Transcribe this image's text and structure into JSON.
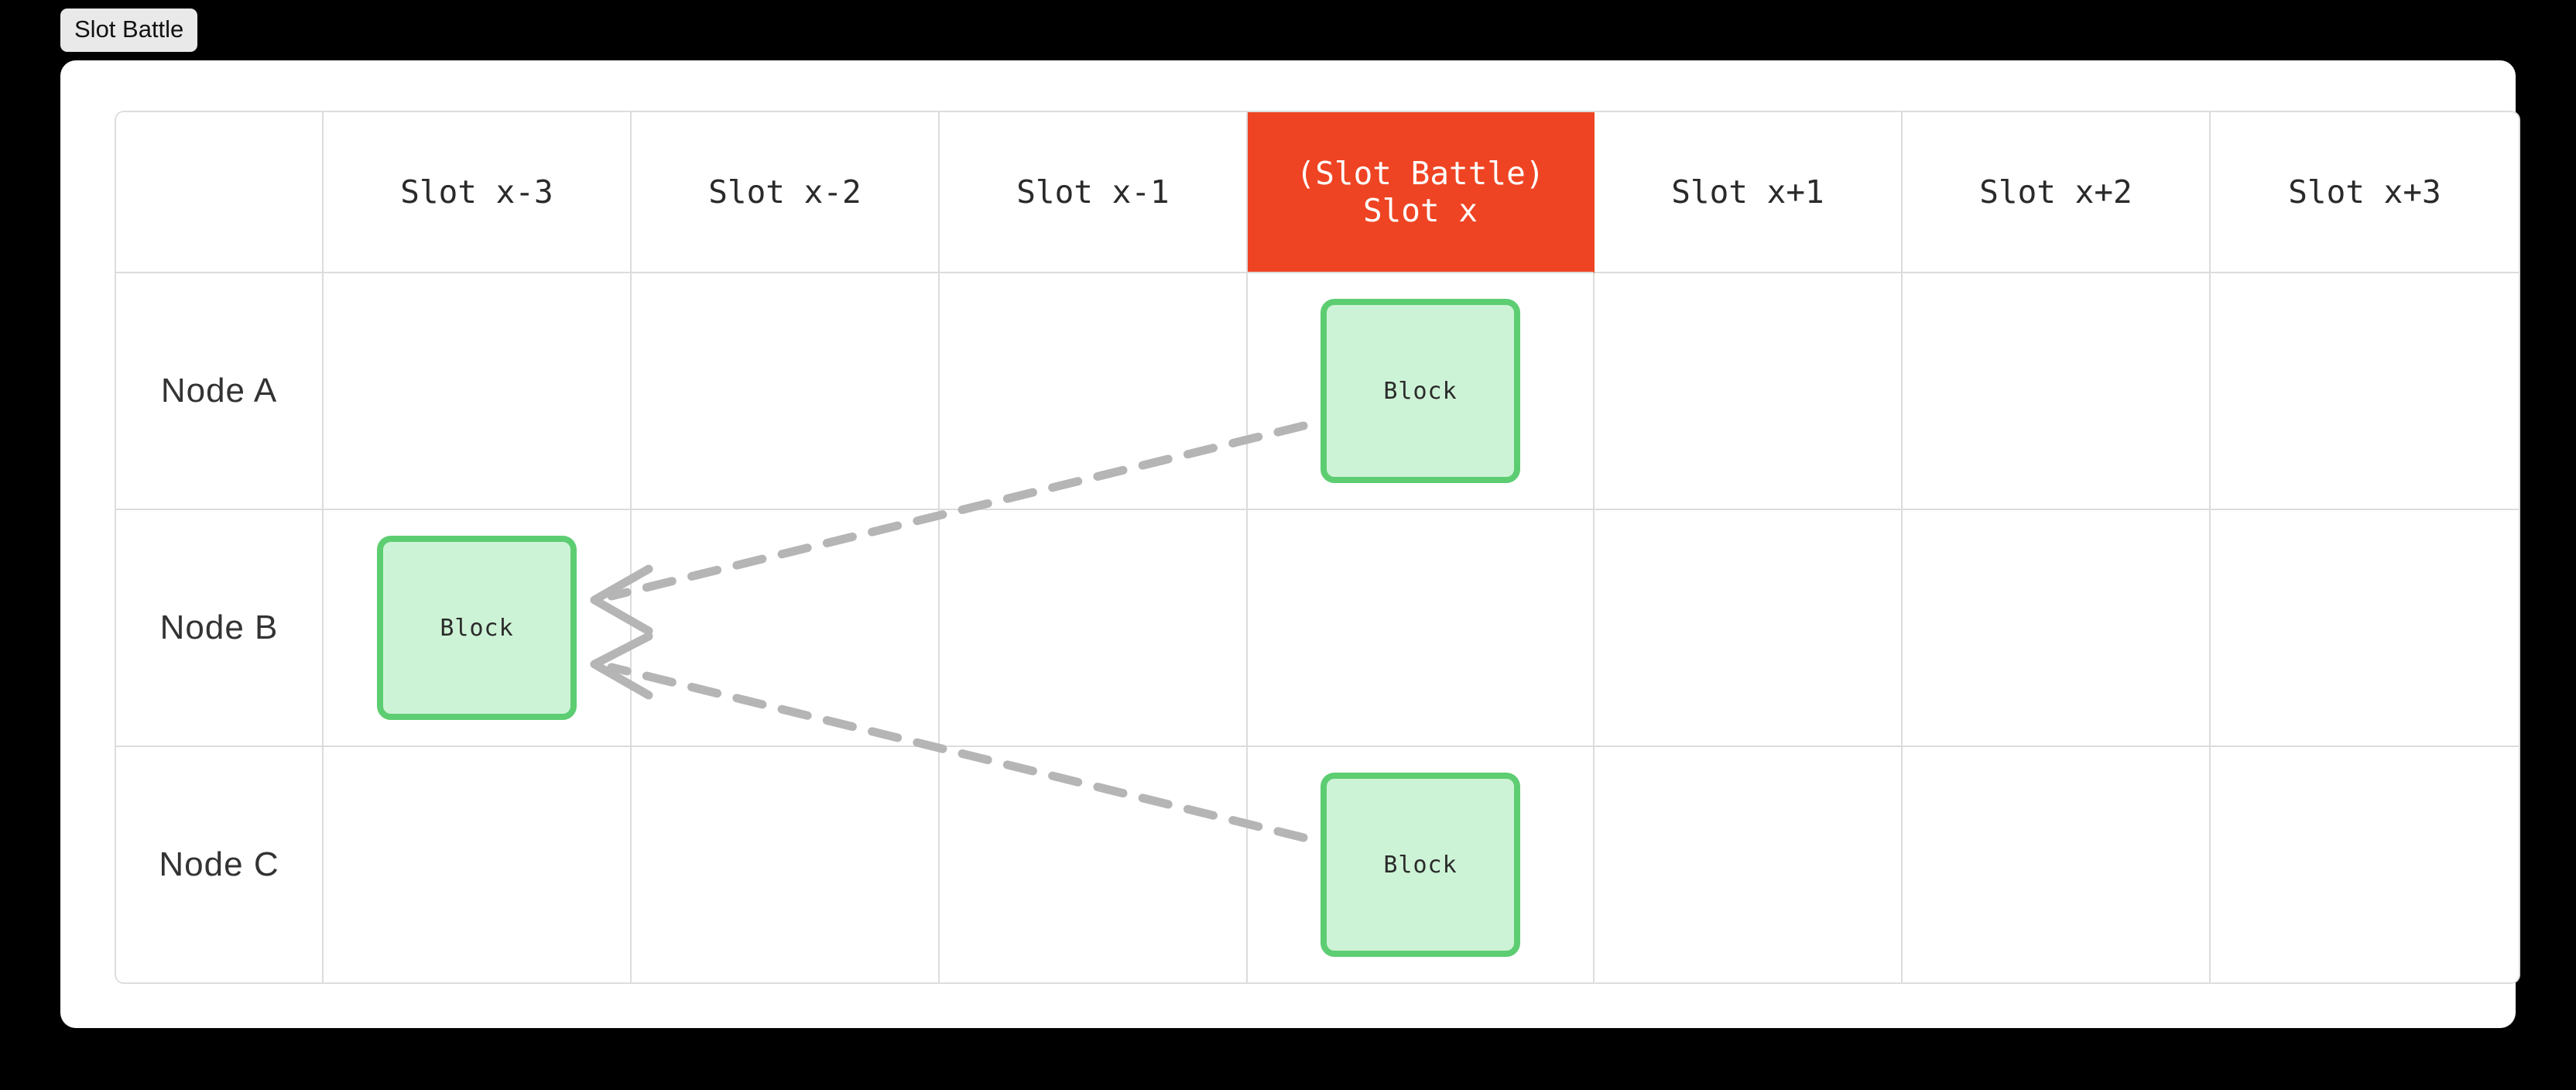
{
  "tag": {
    "label": "Slot Battle"
  },
  "table": {
    "corner_header": "",
    "columns": [
      {
        "label": "Slot x-3",
        "highlighted": false
      },
      {
        "label": "Slot x-2",
        "highlighted": false
      },
      {
        "label": "Slot x-1",
        "highlighted": false
      },
      {
        "label_line1": "(Slot Battle)",
        "label_line2": "Slot x",
        "highlighted": true
      },
      {
        "label": "Slot x+1",
        "highlighted": false
      },
      {
        "label": "Slot x+2",
        "highlighted": false
      },
      {
        "label": "Slot x+3",
        "highlighted": false
      }
    ],
    "rows": [
      {
        "label": "Node A",
        "cells": [
          {
            "content": ""
          },
          {
            "content": ""
          },
          {
            "content": ""
          },
          {
            "content": "Block",
            "highlighted": true
          },
          {
            "content": ""
          },
          {
            "content": ""
          },
          {
            "content": ""
          }
        ]
      },
      {
        "label": "Node B",
        "cells": [
          {
            "content": "Block"
          },
          {
            "content": ""
          },
          {
            "content": ""
          },
          {
            "content": "",
            "highlighted": true
          },
          {
            "content": ""
          },
          {
            "content": ""
          },
          {
            "content": ""
          }
        ]
      },
      {
        "label": "Node C",
        "cells": [
          {
            "content": ""
          },
          {
            "content": ""
          },
          {
            "content": ""
          },
          {
            "content": "Block",
            "highlighted": true
          },
          {
            "content": ""
          },
          {
            "content": ""
          },
          {
            "content": ""
          }
        ]
      }
    ]
  },
  "arrows": [
    {
      "name": "arrow-node-a-to-node-b",
      "from": "Node A / Slot x block",
      "to": "Node B / Slot x-3 block",
      "style": "dashed"
    },
    {
      "name": "arrow-node-c-to-node-b",
      "from": "Node C / Slot x block",
      "to": "Node B / Slot x-3 block",
      "style": "dashed"
    }
  ],
  "colors": {
    "page_background": "#000000",
    "card_background": "#ffffff",
    "battle_header": "#ef4423",
    "battle_column": "#fbcaca",
    "block_fill": "#cdf3d6",
    "block_border": "#5dcd72",
    "arrow": "#b5b5b5",
    "grid_line": "#dcdcdc",
    "tag_background": "#e9e9e9"
  }
}
